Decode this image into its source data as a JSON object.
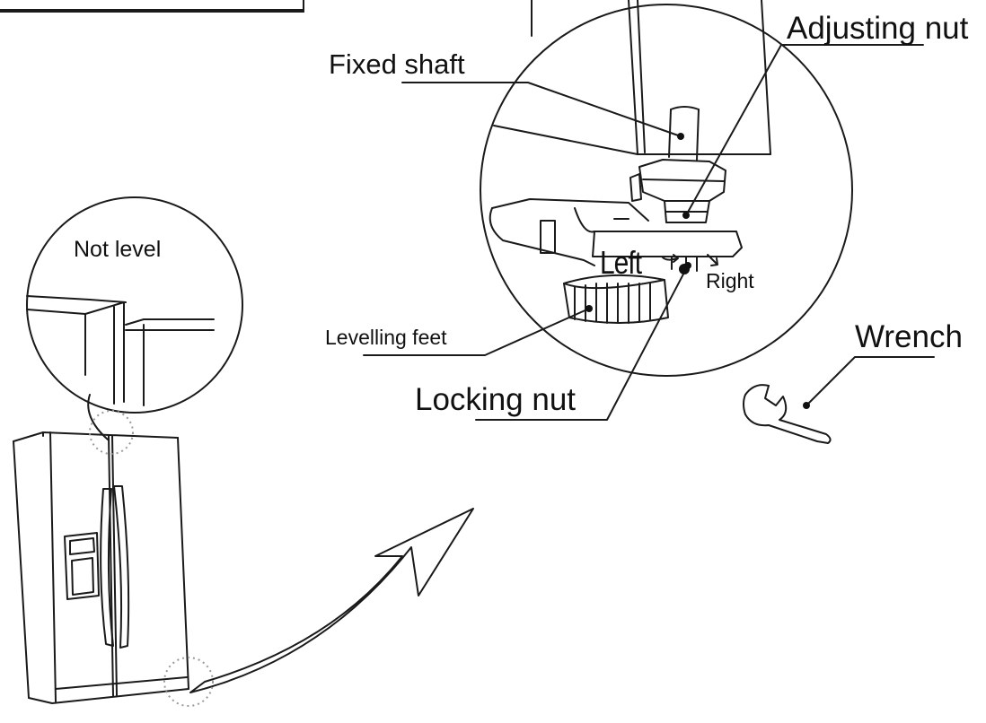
{
  "labels": {
    "adjusting_nut": "Adjusting nut",
    "fixed_shaft": "Fixed shaft",
    "not_level": "Not level",
    "left": "Left",
    "right": "Right",
    "levelling_feet": "Levelling feet",
    "wrench": "Wrench",
    "locking_nut": "Locking nut"
  },
  "colors": {
    "line": "#1a1a1a",
    "dotted_circle": "#9a9a9a",
    "background": "#ffffff"
  }
}
